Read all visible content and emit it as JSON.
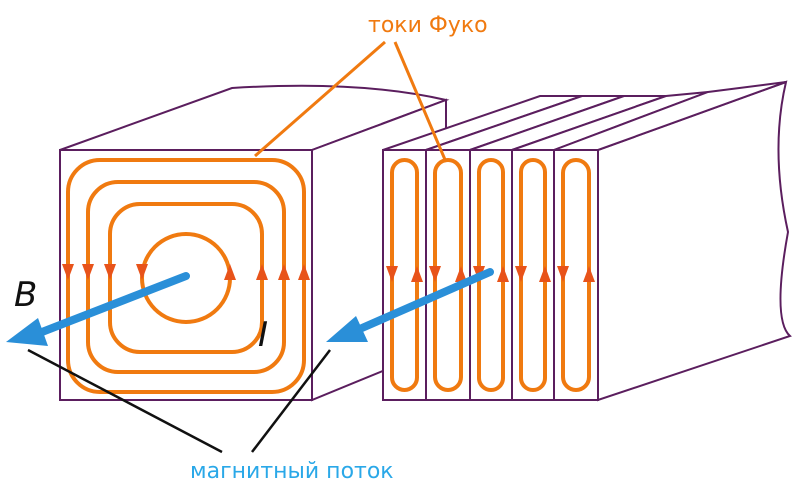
{
  "labels": {
    "eddy_currents": "токи Фуко",
    "magnetic_flux": "магнитный поток",
    "field_symbol": "B",
    "current_symbol": "I"
  },
  "colors": {
    "outline": "#5b1e5e",
    "current": "#f07a10",
    "flux_arrow": "#2a8fd8",
    "leader": "#111111",
    "flux_label": "#2aa8e8",
    "currents_label": "#f07a10"
  },
  "plates": {
    "count": 5
  }
}
